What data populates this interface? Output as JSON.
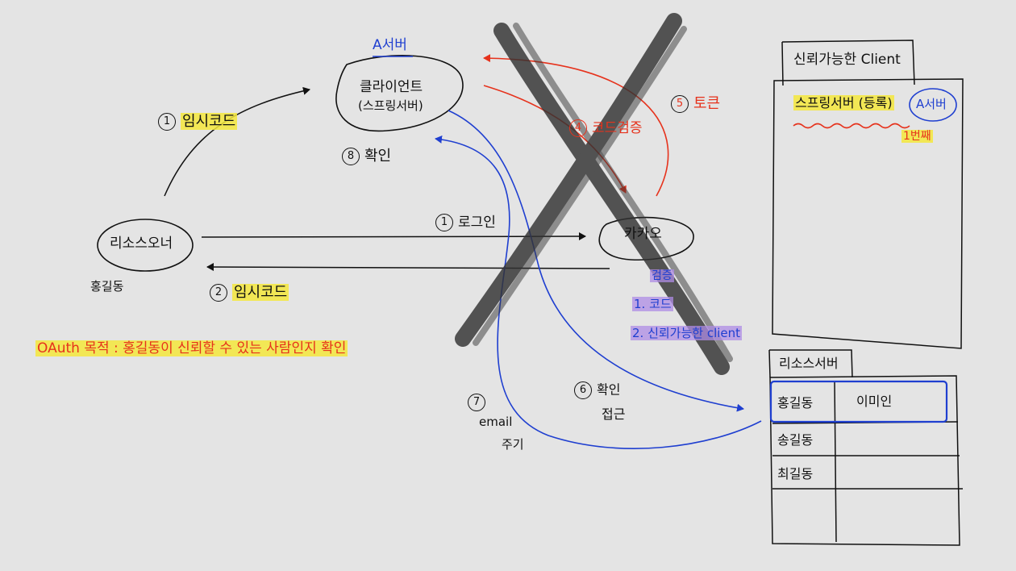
{
  "colors": {
    "ink": "#111111",
    "blue_pen": "#1f3fd0",
    "red_pen": "#e6321c",
    "yellow_highlight": "#f5e83c",
    "purple_highlight": "#af8ce6",
    "cross_out": "#3a3a3a",
    "canvas": "#e4e4e4"
  },
  "nodes": {
    "client": {
      "line1": "클라이언트",
      "line2": "(스프링서버)",
      "tag": "A서버"
    },
    "resource_owner": {
      "label": "리소스오너",
      "sub": "홍길동"
    },
    "kakao": {
      "label": "카카오"
    }
  },
  "steps": {
    "s1_auth_code_top": {
      "num": "1",
      "text": "임시코드"
    },
    "s1_login": {
      "num": "1",
      "text": "로그인"
    },
    "s2_auth_code": {
      "num": "2",
      "text": "임시코드"
    },
    "s4_code_verify": {
      "num": "4",
      "text": "코드검증"
    },
    "s5_token": {
      "num": "5",
      "text": "토큰"
    },
    "s6_access": {
      "num": "6",
      "line1": "확인",
      "line2": "접근"
    },
    "s7_email": {
      "num": "7",
      "line1": "email",
      "line2": "주기"
    },
    "s8_confirm": {
      "num": "8",
      "text": "확인"
    }
  },
  "verify": {
    "title": "검증",
    "item1": "1. 코드",
    "item2": "2. 신뢰가능한 client"
  },
  "oauth_purpose": "OAuth 목적 : 홍길동이 신뢰할 수 있는 사람인지 확인",
  "trusted_client_panel": {
    "tab": "신뢰가능한 Client",
    "entry": "스프링서버 (등록)",
    "tag": "A서버",
    "note": "1번째"
  },
  "resource_server_panel": {
    "tab": "리소스서버",
    "rows": [
      {
        "name": "홍길동",
        "value": "이미인"
      },
      {
        "name": "송길동",
        "value": ""
      },
      {
        "name": "최길동",
        "value": ""
      },
      {
        "name": "",
        "value": ""
      }
    ]
  }
}
